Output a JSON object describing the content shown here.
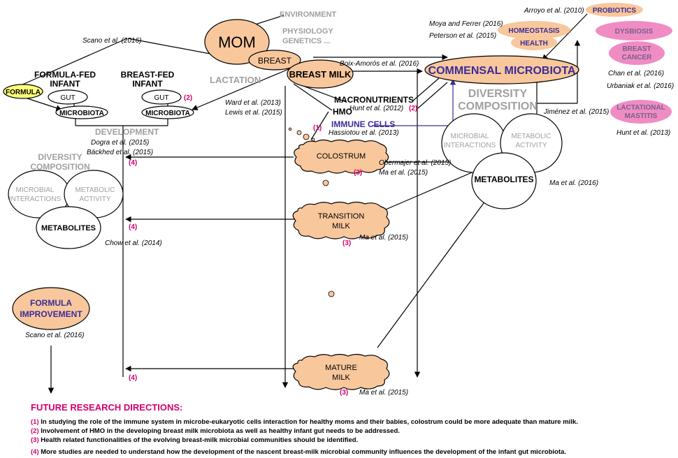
{
  "colors": {
    "peach": "#f8c79c",
    "pink": "#f08cc4",
    "yellow": "#ffff7a",
    "purple": "#3a2c98",
    "gray": "#a0a0a0",
    "magenta": "#d4006e"
  },
  "nodes": {
    "environment": "ENVIRONMENT",
    "mom": "MOM",
    "physiology": "PHYSIOLOGY",
    "genetics": "GENETICS ...",
    "breast": "BREAST",
    "lactation": "LACTATION",
    "breast_milk": "BREAST MILK",
    "commensal_microbiota": "COMMENSAL MICROBIOTA",
    "formula": "FORMULA",
    "formula_fed_infant_1": "FORMULA-FED",
    "formula_fed_infant_2": "INFANT",
    "breast_fed_infant_1": "BREAST-FED",
    "breast_fed_infant_2": "INFANT",
    "gut_left": "GUT",
    "gut_right": "GUT",
    "microbiota_left": "MICROBIOTA",
    "microbiota_right": "MICROBIOTA",
    "development": "DEVELOPMENT",
    "macronutrients": "MACRONUTRIENTS",
    "hmo": "HMO",
    "immune_cells": "IMMUNE CELLS",
    "diversity_composition_right_1": "DIVERSITY",
    "diversity_composition_right_2": "COMPOSITION",
    "microbial_interactions_right_1": "MICROBIAL",
    "microbial_interactions_right_2": "INTERACTIONS",
    "metabolic_activity_right_1": "METABOLIC",
    "metabolic_activity_right_2": "ACTIVITY",
    "metabolites_right": "METABOLITES",
    "diversity_composition_left_1": "DIVERSITY",
    "diversity_composition_left_2": "COMPOSITION",
    "microbial_interactions_left_1": "MICROBIAL",
    "microbial_interactions_left_2": "INTERACTIONS",
    "metabolic_activity_left_1": "METABOLIC",
    "metabolic_activity_left_2": "ACTIVITY",
    "metabolites_left": "METABOLITES",
    "colostrum": "COLOSTRUM",
    "transition_milk_1": "TRANSITION",
    "transition_milk_2": "MILK",
    "mature_milk_1": "MATURE",
    "mature_milk_2": "MILK",
    "formula_improvement_1": "FORMULA",
    "formula_improvement_2": "IMPROVEMENT",
    "homeostasis": "HOMEOSTASIS",
    "health": "HEALTH",
    "probiotics": "PROBIOTICS",
    "dysbiosis": "DYSBIOSIS",
    "breast_cancer_1": "BREAST",
    "breast_cancer_2": "CANCER",
    "lactational_mastitis_1": "LACTATIONAL",
    "lactational_mastitis_2": "MASTITIS"
  },
  "refs": {
    "scano_top": "Scano et al. (2016)",
    "boix": "Boix-Amorós et al. (2016)",
    "arroyo": "Arroyo et al. (2010)",
    "moya": "Moya and Ferrer (2016)",
    "peterson": "Peterson et al. (2015)",
    "chan": "Chan et al. (2016)",
    "urbaniak": "Urbaniak et al. (2016)",
    "jimenez": "Jiménez et al. (2015)",
    "hunt_right": "Hunt et al. (2013)",
    "ward": "Ward et al. (2013)",
    "lewis": "Lewis et al. (2015)",
    "hunt_2012": "Hunt et al. (2012)",
    "hassiotou": "Hassiotou et al. (2013)",
    "dogra": "Dogra et al. (2015)",
    "backhed": "Bäckhed et al. (2015)",
    "obermajer": "Obermajer et al. (2015)",
    "ma_colostrum": "Ma et al. (2015)",
    "ma_2016": "Ma et al. (2016)",
    "ma_transition": "Ma et al. (2015)",
    "chow": "Chow et al. (2014)",
    "scano_bottom": "Scano et al. (2016)",
    "ma_mature": "Ma et al. (2015)"
  },
  "markers": {
    "m2_gut": "(2)",
    "m2_hmo": "(2)",
    "m1_immune": "(1)",
    "m4_colostrum": "(4)",
    "m3_colostrum": "(3)",
    "m4_transition": "(4)",
    "m3_transition": "(3)",
    "m4_mature": "(4)",
    "m3_mature": "(3)"
  },
  "future": {
    "title": "FUTURE RESEARCH DIRECTIONS:",
    "items": [
      {
        "num": "(1)",
        "text": " In studying the role of the immune system in microbe-eukaryotic cells interaction for healthy moms and their babies, colostrum could be more adequate than mature milk."
      },
      {
        "num": "(2)",
        "text": " Involvement of HMO in the developing breast milk microbiota as well as healthy infant gut needs to be addressed."
      },
      {
        "num": "(3)",
        "text": " Health related functionalities of the evolving breast-milk microbial communities should be identified."
      },
      {
        "num": "(4)",
        "text": "  More studies are needed to understand how the development of the nascent breast-milk microbial community influences the development of the infant gut microbiota."
      }
    ]
  }
}
